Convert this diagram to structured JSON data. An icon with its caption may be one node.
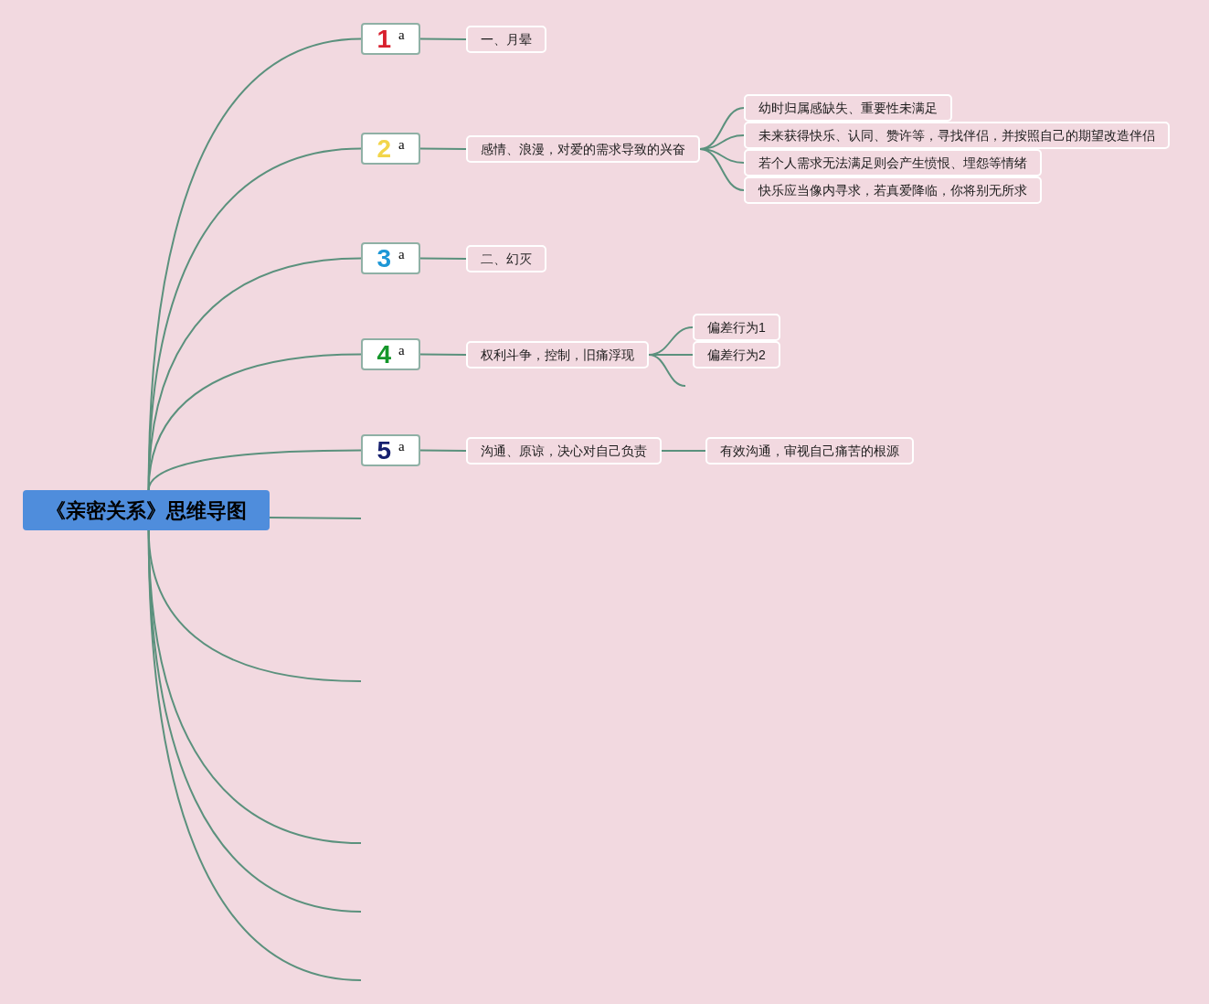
{
  "diagram": {
    "nodes": [
      {
        "text": [
          "《亲密关系》思维导图"
        ]
      },
      {
        "text": [
          "1",
          "a"
        ]
      },
      {
        "text": [
          "一、月晕"
        ]
      },
      {
        "text": [
          "2",
          "a"
        ]
      },
      {
        "text": [
          "感情、浪漫，对爱的需求导致的兴奋"
        ]
      },
      {
        "text": [
          "幼时归属感缺失、重要性未满足"
        ]
      },
      {
        "text": [
          "未来获得快乐、认同、赞许等，寻找伴侣，并按照自己的期望改造伴侣"
        ]
      },
      {
        "text": [
          "若个人需求无法满足则会产生愤恨、埋怨等情绪"
        ]
      },
      {
        "text": [
          "快乐应当像内寻求，若真爱降临，你将别无所求"
        ]
      },
      {
        "text": [
          "3",
          "a"
        ]
      },
      {
        "text": [
          "二、幻灭"
        ]
      },
      {
        "text": [
          "4",
          "a"
        ]
      },
      {
        "text": [
          "权利斗争，控制，旧痛浮现"
        ]
      },
      {
        "text": [
          "偏差行为1"
        ]
      },
      {
        "text": [
          "偏差行为2"
        ]
      },
      {
        "text": [
          "5",
          "a"
        ]
      },
      {
        "text": [
          "沟通、原谅，决心对自己负责"
        ]
      },
      {
        "text": [
          "有效沟通，审视自己痛苦的根源"
        ]
      }
    ],
    "edges": [
      {
        "from": 0,
        "to": 1,
        "arrow": "none"
      },
      {
        "from": 0,
        "to": 3,
        "arrow": "none"
      },
      {
        "from": 0,
        "to": 9,
        "arrow": "none"
      },
      {
        "from": 0,
        "to": 11,
        "arrow": "none"
      },
      {
        "from": 0,
        "to": 15,
        "arrow": "none"
      },
      {
        "from": 0,
        "to": null,
        "arrow": "none"
      },
      {
        "from": 0,
        "to": null,
        "arrow": "none"
      },
      {
        "from": 0,
        "to": null,
        "arrow": "none"
      },
      {
        "from": 0,
        "to": null,
        "arrow": "none"
      },
      {
        "from": 0,
        "to": null,
        "arrow": "none"
      },
      {
        "from": 1,
        "to": 2,
        "arrow": "none"
      },
      {
        "from": 3,
        "to": 4,
        "arrow": "none"
      },
      {
        "from": 4,
        "to": 5,
        "arrow": "none"
      },
      {
        "from": 4,
        "to": 6,
        "arrow": "none"
      },
      {
        "from": 4,
        "to": 7,
        "arrow": "none"
      },
      {
        "from": 4,
        "to": 8,
        "arrow": "none"
      },
      {
        "from": 9,
        "to": 10,
        "arrow": "none"
      },
      {
        "from": 11,
        "to": 12,
        "arrow": "none"
      },
      {
        "from": 12,
        "to": 13,
        "arrow": "none"
      },
      {
        "from": 12,
        "to": 14,
        "arrow": "none"
      },
      {
        "from": 12,
        "to": null,
        "arrow": "none"
      },
      {
        "from": 15,
        "to": 16,
        "arrow": "none"
      },
      {
        "from": 16,
        "to": 17,
        "arrow": "none"
      }
    ]
  }
}
